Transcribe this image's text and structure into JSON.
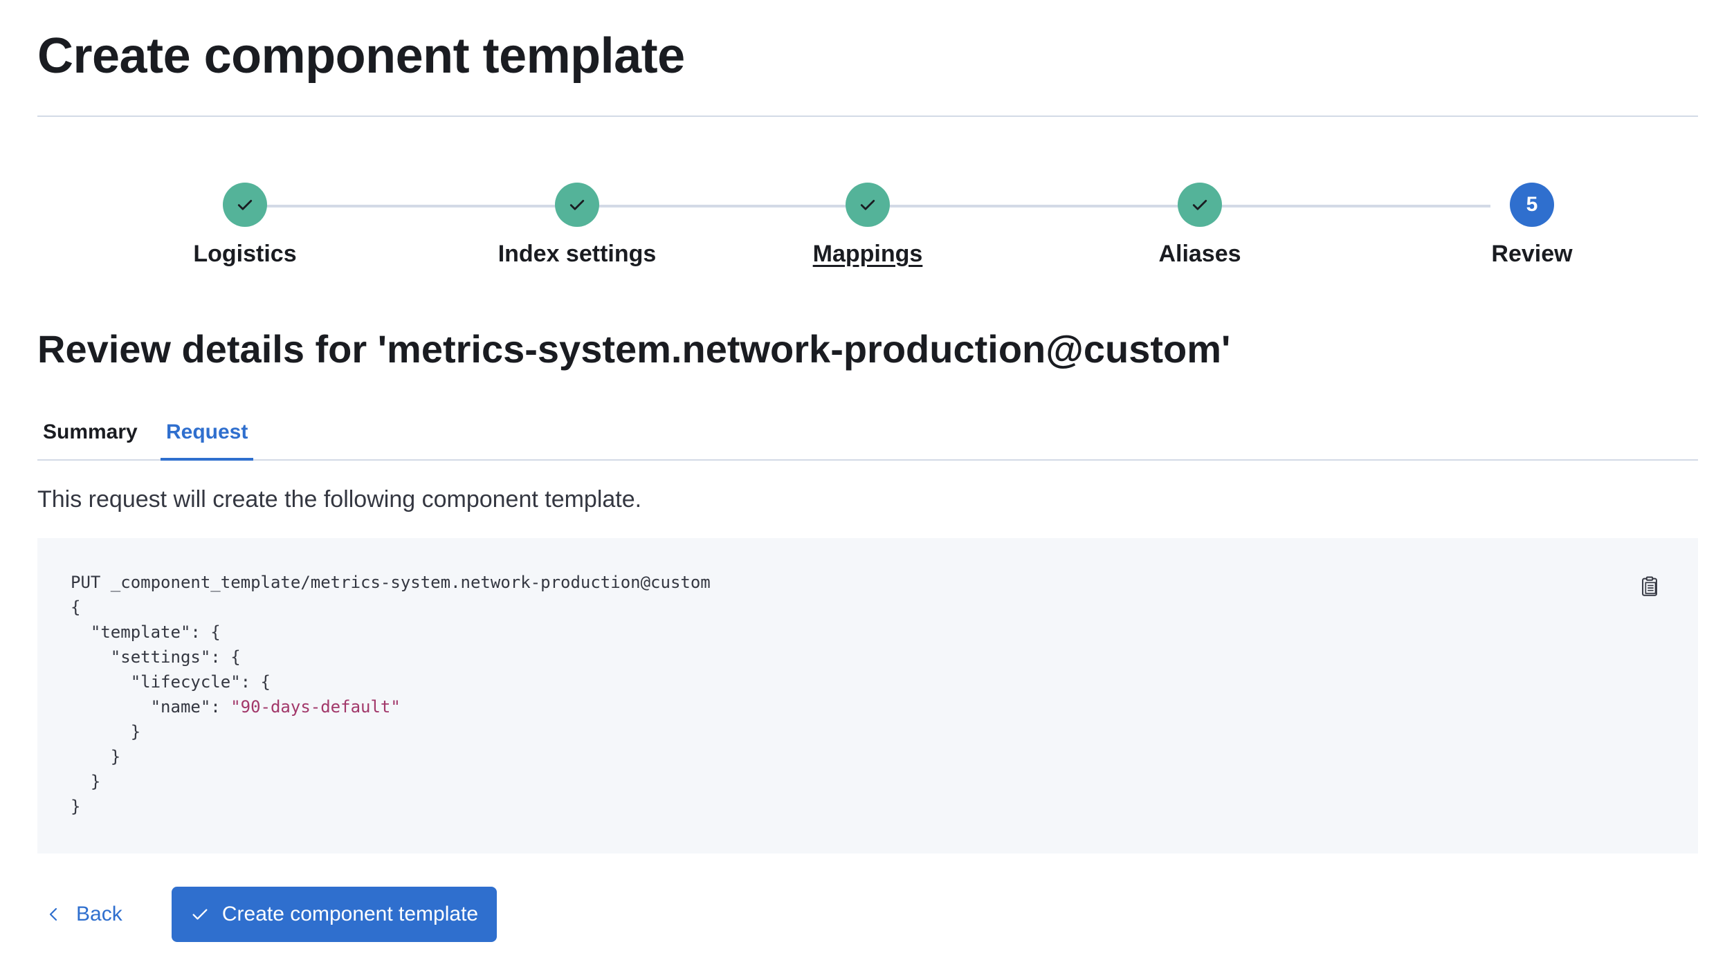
{
  "page": {
    "title": "Create component template"
  },
  "stepper": {
    "steps": [
      {
        "label": "Logistics",
        "status": "complete"
      },
      {
        "label": "Index settings",
        "status": "complete"
      },
      {
        "label": "Mappings",
        "status": "complete"
      },
      {
        "label": "Aliases",
        "status": "complete"
      },
      {
        "label": "Review",
        "status": "current",
        "number": "5"
      }
    ]
  },
  "review": {
    "title": "Review details for 'metrics-system.network-production@custom'",
    "tabs": [
      {
        "label": "Summary",
        "selected": false
      },
      {
        "label": "Request",
        "selected": true
      }
    ],
    "description": "This request will create the following component template.",
    "request": {
      "line1": "PUT _component_template/metrics-system.network-production@custom",
      "line2": "{",
      "line3": "  \"template\": {",
      "line4": "    \"settings\": {",
      "line5": "      \"lifecycle\": {",
      "line6_key": "        \"name\": ",
      "line6_value": "\"90-days-default\"",
      "line7": "      }",
      "line8": "    }",
      "line9": "  }",
      "line10": "}"
    },
    "copy_icon": "clipboard-icon"
  },
  "footer": {
    "back_label": "Back",
    "create_label": "Create component template"
  },
  "colors": {
    "complete": "#54b399",
    "current": "#2f6fce",
    "primary": "#2f6fce",
    "code_string": "#a2386a"
  }
}
